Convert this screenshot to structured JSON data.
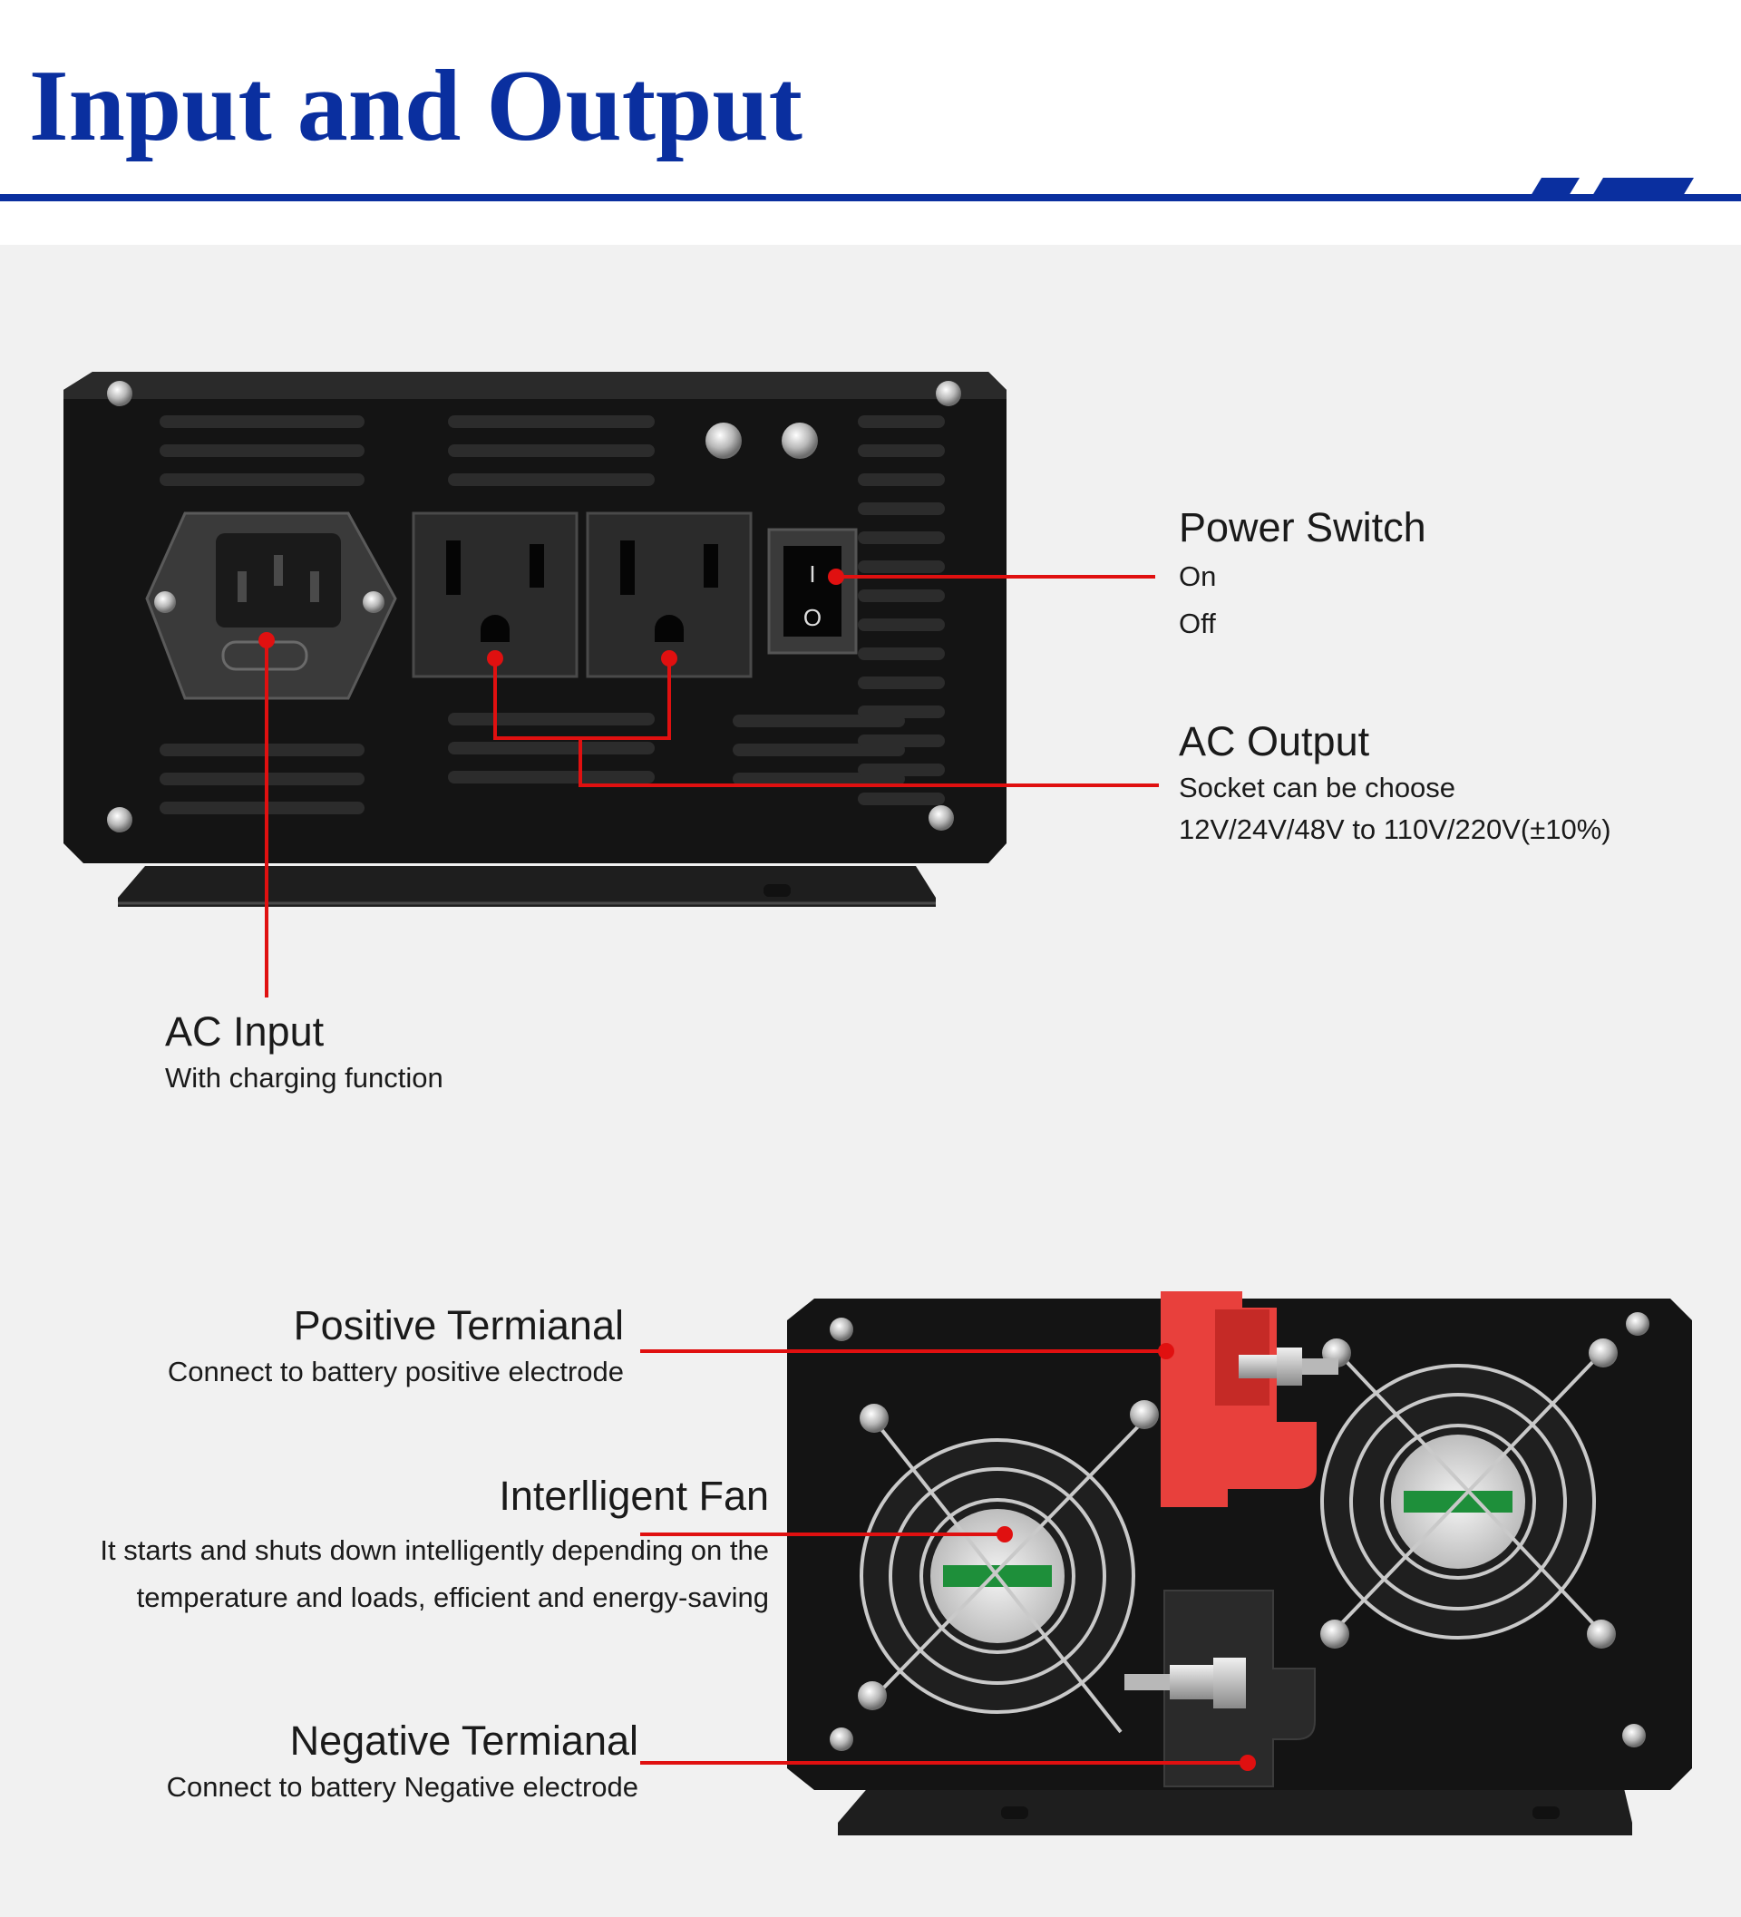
{
  "page": {
    "title": "Input and Output",
    "brand_color": "#0a2f9f",
    "leader_color": "#e01010",
    "device_color": "#141414"
  },
  "top_panel": {
    "power_switch": {
      "title": "Power Switch",
      "states": [
        "On",
        "Off"
      ],
      "switch_symbols": [
        "I",
        "O"
      ]
    },
    "ac_output": {
      "title": "AC Output",
      "lines": [
        "Socket can be choose",
        "12V/24V/48V to 110V/220V(±10%)"
      ]
    },
    "ac_input": {
      "title": "AC Input",
      "subtitle": "With charging function"
    }
  },
  "bottom_panel": {
    "positive_terminal": {
      "title": "Positive Termianal",
      "subtitle": "Connect to battery positive electrode"
    },
    "intelligent_fan": {
      "title": "Interlligent Fan",
      "lines": [
        "It starts and shuts down intelligently depending on the",
        "temperature and loads, efficient and energy-saving"
      ]
    },
    "negative_terminal": {
      "title": "Negative Termianal",
      "subtitle": "Connect to battery Negative electrode"
    }
  },
  "icons": [
    "screw-icon",
    "vent-slot-icon",
    "iec-inlet-icon",
    "outlet-icon",
    "rocker-switch-icon",
    "fan-icon",
    "fan-guard-icon",
    "terminal-cover-icon",
    "bolt-icon"
  ]
}
